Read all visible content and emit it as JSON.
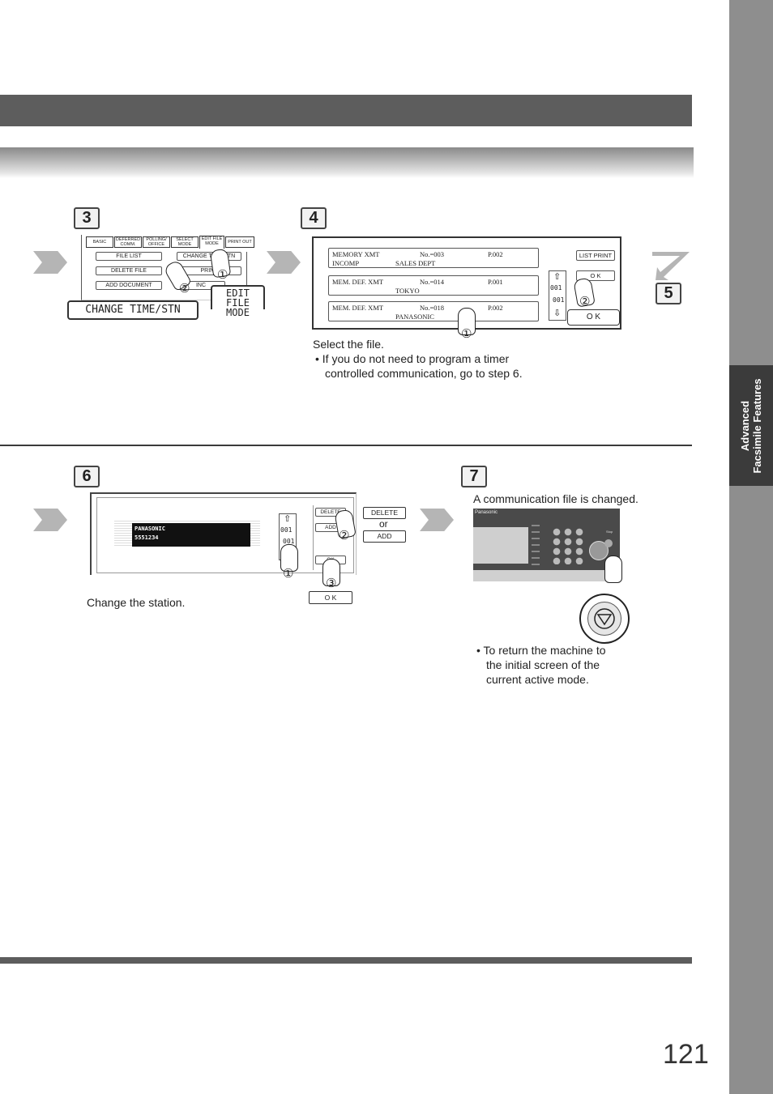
{
  "sidebar": {
    "label_line1": "Advanced",
    "label_line2": "Facsimile Features"
  },
  "page_number": "121",
  "steps": {
    "s3": "3",
    "s4": "4",
    "s5": "5",
    "s6": "6",
    "s7": "7"
  },
  "step3": {
    "tabs": [
      "BASIC MENU",
      "DEFERRED COMM.",
      "POLLING/ OFFICE COMM.",
      "SELECT MODE",
      "EDIT FILE MODE",
      "PRINT OUT"
    ],
    "buttons": [
      "FILE LIST",
      "DELETE FILE",
      "ADD DOCUMENT",
      "CHANGE TIME/STN",
      "PRINT",
      "INC"
    ],
    "callout_change": "CHANGE TIME/STN",
    "callout_edit_line1": "EDIT FILE",
    "callout_edit_line2": "MODE",
    "marker1": "①",
    "marker2": "②"
  },
  "step4": {
    "files": [
      {
        "type": "MEMORY XMT",
        "no": "No.=003",
        "page": "P.002",
        "dest": "INCOMP",
        "dest2": "SALES DEPT"
      },
      {
        "type": "MEM. DEF. XMT",
        "no": "No.=014",
        "page": "P.001",
        "dest": "",
        "dest2": "TOKYO"
      },
      {
        "type": "MEM. DEF. XMT",
        "no": "No.=018",
        "page": "P.002",
        "dest": "",
        "dest2": "PANASONIC"
      }
    ],
    "list_print": "LIST PRINT",
    "ok_small": "O K",
    "ok_large": "O K",
    "counter_top": "001",
    "counter_bottom": "001",
    "marker1": "①",
    "marker2": "②",
    "instruction": "Select the file.",
    "note": "If you do not need to program a timer controlled communication, go to step 6."
  },
  "step6": {
    "station_name": "PANASONIC",
    "station_number": "5551234",
    "delete_small": "DELETE",
    "add_small": "ADD",
    "ok_small": "OK",
    "counter_top": "001",
    "counter_bottom": "001",
    "delete_large": "DELETE",
    "or_text": "or",
    "add_large": "ADD",
    "ok_large": "O K",
    "marker1": "①",
    "marker2": "②",
    "marker3": "③",
    "instruction": "Change the station."
  },
  "step7": {
    "instruction": "A communication file is changed.",
    "brand": "Panasonic",
    "stop_label": "Stop",
    "note": "To return the machine to the initial screen of the current active mode."
  }
}
